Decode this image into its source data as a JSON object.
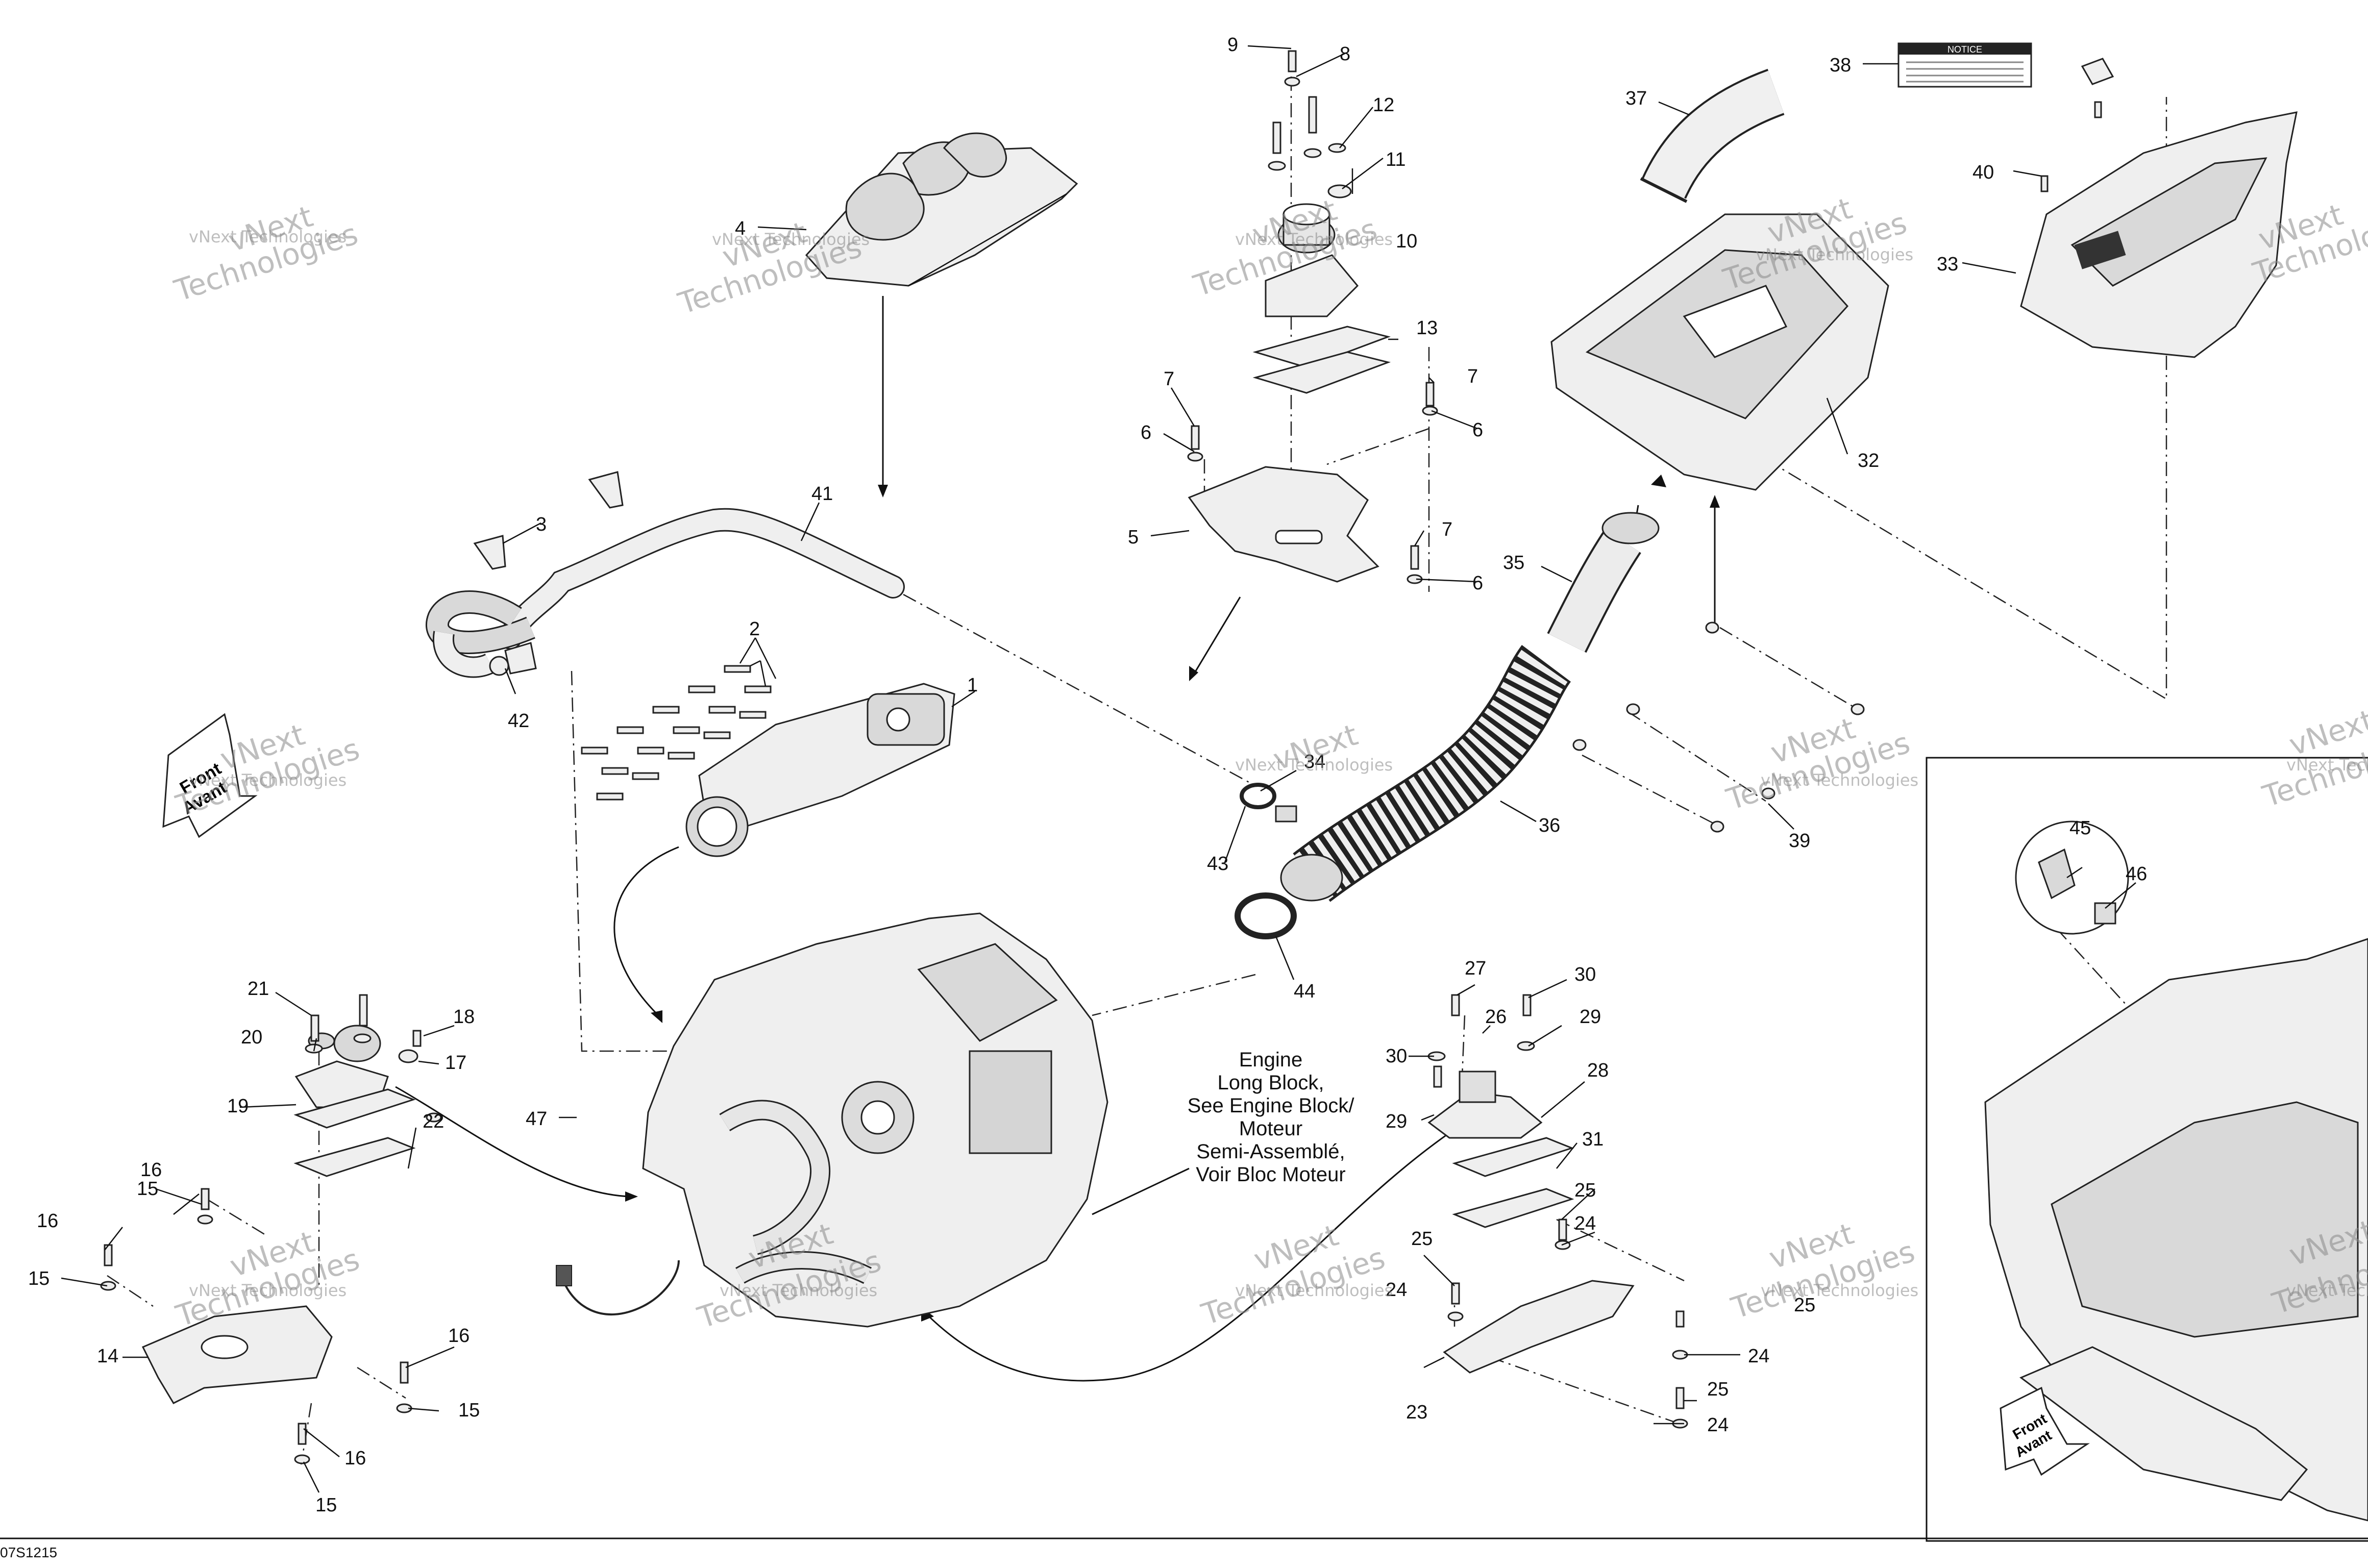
{
  "drawing": {
    "code": "07S1215",
    "watermark_line1": "vNext",
    "watermark_line2": "Technologies",
    "watermark_small": "vNext Technologies",
    "front_word": "Front",
    "front_word_fr": "Avant",
    "notice_title": "NOTICE",
    "engine_note": [
      "Engine",
      "Long Block,",
      "See Engine Block/",
      "Moteur",
      "Semi-Assemblé,",
      "Voir Bloc Moteur"
    ]
  },
  "callouts": [
    {
      "id": "c1",
      "text": "1"
    },
    {
      "id": "c2",
      "text": "2"
    },
    {
      "id": "c3",
      "text": "3"
    },
    {
      "id": "c4",
      "text": "4"
    },
    {
      "id": "c5",
      "text": "5"
    },
    {
      "id": "c6a",
      "text": "6"
    },
    {
      "id": "c6b",
      "text": "6"
    },
    {
      "id": "c6c",
      "text": "6"
    },
    {
      "id": "c7a",
      "text": "7"
    },
    {
      "id": "c7b",
      "text": "7"
    },
    {
      "id": "c7c",
      "text": "7"
    },
    {
      "id": "c8",
      "text": "8"
    },
    {
      "id": "c9",
      "text": "9"
    },
    {
      "id": "c10",
      "text": "10"
    },
    {
      "id": "c11",
      "text": "11"
    },
    {
      "id": "c12",
      "text": "12"
    },
    {
      "id": "c13",
      "text": "13"
    },
    {
      "id": "c14",
      "text": "14"
    },
    {
      "id": "c15a",
      "text": "15"
    },
    {
      "id": "c15b",
      "text": "15"
    },
    {
      "id": "c15c",
      "text": "15"
    },
    {
      "id": "c15d",
      "text": "15"
    },
    {
      "id": "c16a",
      "text": "16"
    },
    {
      "id": "c16b",
      "text": "16"
    },
    {
      "id": "c16c",
      "text": "16"
    },
    {
      "id": "c16d",
      "text": "16"
    },
    {
      "id": "c17",
      "text": "17"
    },
    {
      "id": "c18",
      "text": "18"
    },
    {
      "id": "c19",
      "text": "19"
    },
    {
      "id": "c20",
      "text": "20"
    },
    {
      "id": "c21",
      "text": "21"
    },
    {
      "id": "c22",
      "text": "22"
    },
    {
      "id": "c23",
      "text": "23"
    },
    {
      "id": "c24a",
      "text": "24"
    },
    {
      "id": "c24b",
      "text": "24"
    },
    {
      "id": "c24c",
      "text": "24"
    },
    {
      "id": "c24d",
      "text": "24"
    },
    {
      "id": "c25a",
      "text": "25"
    },
    {
      "id": "c25b",
      "text": "25"
    },
    {
      "id": "c25c",
      "text": "25"
    },
    {
      "id": "c25d",
      "text": "25"
    },
    {
      "id": "c26",
      "text": "26"
    },
    {
      "id": "c27",
      "text": "27"
    },
    {
      "id": "c28",
      "text": "28"
    },
    {
      "id": "c29a",
      "text": "29"
    },
    {
      "id": "c29b",
      "text": "29"
    },
    {
      "id": "c30a",
      "text": "30"
    },
    {
      "id": "c30b",
      "text": "30"
    },
    {
      "id": "c31",
      "text": "31"
    },
    {
      "id": "c32",
      "text": "32"
    },
    {
      "id": "c33",
      "text": "33"
    },
    {
      "id": "c34",
      "text": "34"
    },
    {
      "id": "c35",
      "text": "35"
    },
    {
      "id": "c36",
      "text": "36"
    },
    {
      "id": "c37",
      "text": "37"
    },
    {
      "id": "c38",
      "text": "38"
    },
    {
      "id": "c39",
      "text": "39"
    },
    {
      "id": "c40",
      "text": "40"
    },
    {
      "id": "c41",
      "text": "41"
    },
    {
      "id": "c42",
      "text": "42"
    },
    {
      "id": "c43",
      "text": "43"
    },
    {
      "id": "c44",
      "text": "44"
    },
    {
      "id": "c45",
      "text": "45"
    },
    {
      "id": "c46",
      "text": "46"
    },
    {
      "id": "c47",
      "text": "47"
    }
  ]
}
